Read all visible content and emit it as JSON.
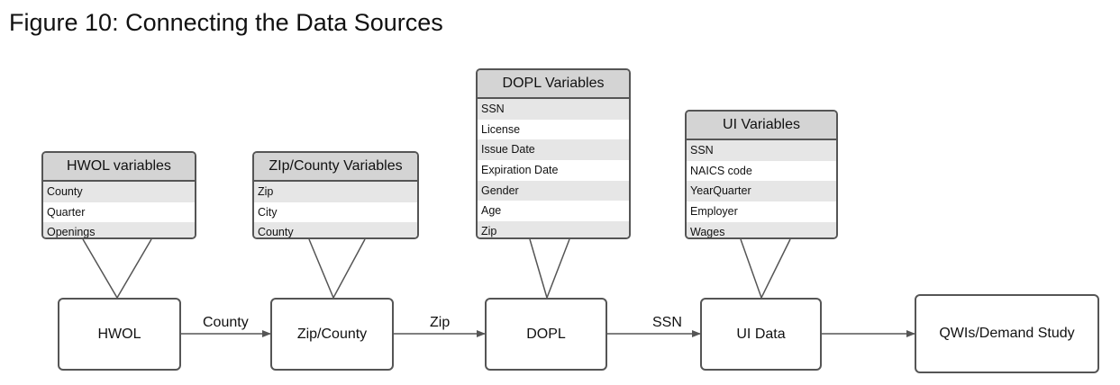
{
  "figure": {
    "title": "Figure 10: Connecting the Data Sources"
  },
  "tables": {
    "hwol": {
      "header": "HWOL variables",
      "rows": [
        "County",
        "Quarter",
        "Openings"
      ]
    },
    "zipcounty": {
      "header": "ZIp/County Variables",
      "rows": [
        "Zip",
        "City",
        "County"
      ]
    },
    "dopl": {
      "header": "DOPL Variables",
      "rows": [
        "SSN",
        "License",
        "Issue Date",
        "Expiration Date",
        "Gender",
        "Age",
        "Zip"
      ]
    },
    "ui": {
      "header": "UI Variables",
      "rows": [
        "SSN",
        "NAICS code",
        "YearQuarter",
        "Employer",
        "Wages"
      ]
    }
  },
  "nodes": {
    "hwol": "HWOL",
    "zipcounty": "Zip/County",
    "dopl": "DOPL",
    "ui": "UI Data",
    "qwi": "QWIs/Demand Study"
  },
  "edges": {
    "hwol_to_zipcounty": "County",
    "zipcounty_to_dopl": "Zip",
    "dopl_to_ui": "SSN"
  }
}
